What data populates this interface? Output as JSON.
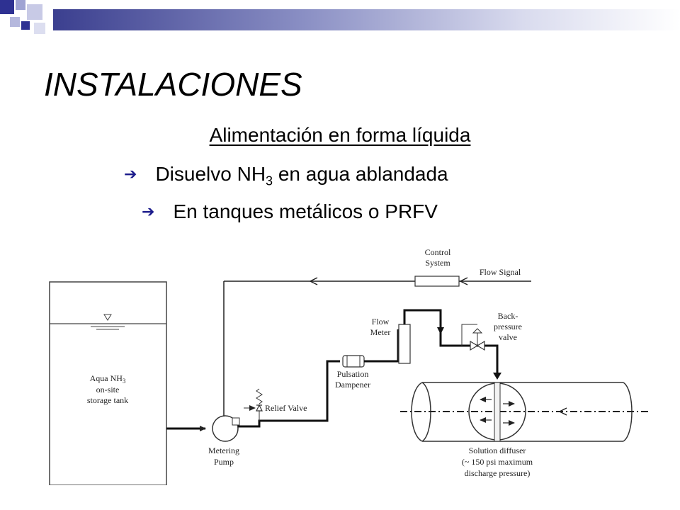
{
  "slide": {
    "title": "INSTALACIONES",
    "subtitle": "Alimentación en forma líquida",
    "bullets": [
      {
        "pre": "Disuelvo NH",
        "sub": "3",
        "post": " en agua ablandada"
      },
      {
        "pre": "En tanques metálicos o PRFV"
      }
    ],
    "accent_color": "#1c1c8c",
    "bullet_icon": "right-arrow-icon"
  },
  "diagram": {
    "tank_label": [
      "Aqua NH",
      "3",
      "on-site",
      "storage tank"
    ],
    "control_system": [
      "Control",
      "System"
    ],
    "flow_signal": "Flow Signal",
    "flow_meter": [
      "Flow",
      "Meter"
    ],
    "back_pressure_valve": [
      "Back-",
      "pressure",
      "valve"
    ],
    "pulsation_dampener": [
      "Pulsation",
      "Dampener"
    ],
    "relief_valve": "Relief Valve",
    "metering_pump": [
      "Metering",
      "Pump"
    ],
    "solution_diffuser": [
      "Solution diffuser",
      "(~ 150 psi maximum",
      "discharge pressure)"
    ]
  }
}
